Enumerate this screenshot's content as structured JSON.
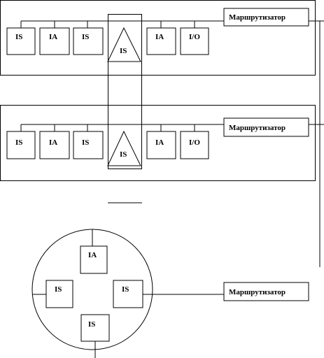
{
  "top_panel": {
    "nodes": [
      "IS",
      "IA",
      "IS",
      "IS",
      "IA",
      "I/O"
    ],
    "router_label": "Маршрутизатор"
  },
  "middle_panel": {
    "nodes": [
      "IS",
      "IA",
      "IS",
      "IS",
      "IA",
      "I/O"
    ],
    "router_label": "Маршрутизатор"
  },
  "ring": {
    "nodes": [
      "IA",
      "IS",
      "IS",
      "IS"
    ],
    "router_label": "Маршрутизатор"
  }
}
